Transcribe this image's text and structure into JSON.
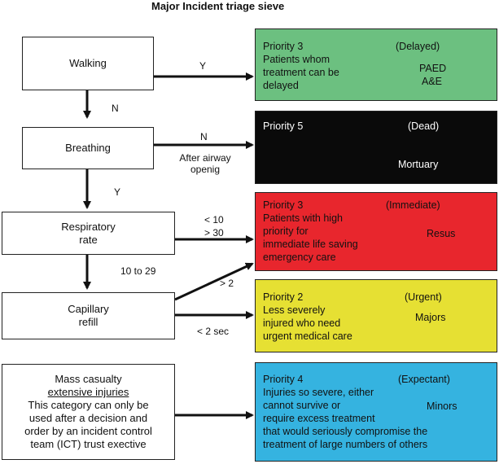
{
  "title": "Major Incident triage sieve",
  "colors": {
    "green": "#6cc080",
    "black": "#0a0a0a",
    "red": "#e8262d",
    "yellow": "#e6e033",
    "blue": "#35b3e0"
  },
  "steps": {
    "walking": "Walking",
    "breathing": "Breathing",
    "respiratory_1": "Respiratory",
    "respiratory_2": "rate",
    "capillary_1": "Capillary",
    "capillary_2": "refill",
    "mass_1": "Mass casualty",
    "mass_2": "extensive injuries",
    "mass_3": "This category can only be",
    "mass_4": "used after a decision and",
    "mass_5": "order by an incident control",
    "mass_6": "team (ICT) trust exective"
  },
  "labels": {
    "walking_y": "Y",
    "walking_n": "N",
    "breathing_n": "N",
    "after_1": "After airway",
    "after_2": "openig",
    "breathing_y": "Y",
    "lt10": "< 10",
    "gt30": "> 30",
    "range": "10 to 29",
    "gt2": "> 2",
    "lt2": "< 2 sec"
  },
  "priorities": {
    "p1": {
      "name": "Priority 3",
      "category": "(Delayed)",
      "line1": "Patients whom",
      "line2": "treatment can be",
      "line3": "delayed",
      "dest1": "PAED",
      "dest2": "A&E"
    },
    "p2": {
      "name": "Priority 5",
      "category": "(Dead)",
      "dest": "Mortuary"
    },
    "p3": {
      "name": "Priority 3",
      "category": "(Immediate)",
      "line1": "Patients with high",
      "line2": "priority for",
      "line3": "immediate life saving",
      "line4": "emergency care",
      "dest": "Resus"
    },
    "p4": {
      "name": "Priority 2",
      "category": "(Urgent)",
      "line1": "Less severely",
      "line2": "injured who need",
      "line3": "urgent medical care",
      "dest": "Majors"
    },
    "p5": {
      "name": "Priority 4",
      "category": "(Expectant)",
      "line1": "Injuries so severe, either",
      "line2": "cannot survive or",
      "line3": "require excess treatment",
      "line4": "that would seriously compromise the",
      "line5": "treatment of large numbers of others",
      "dest": "Minors"
    }
  }
}
